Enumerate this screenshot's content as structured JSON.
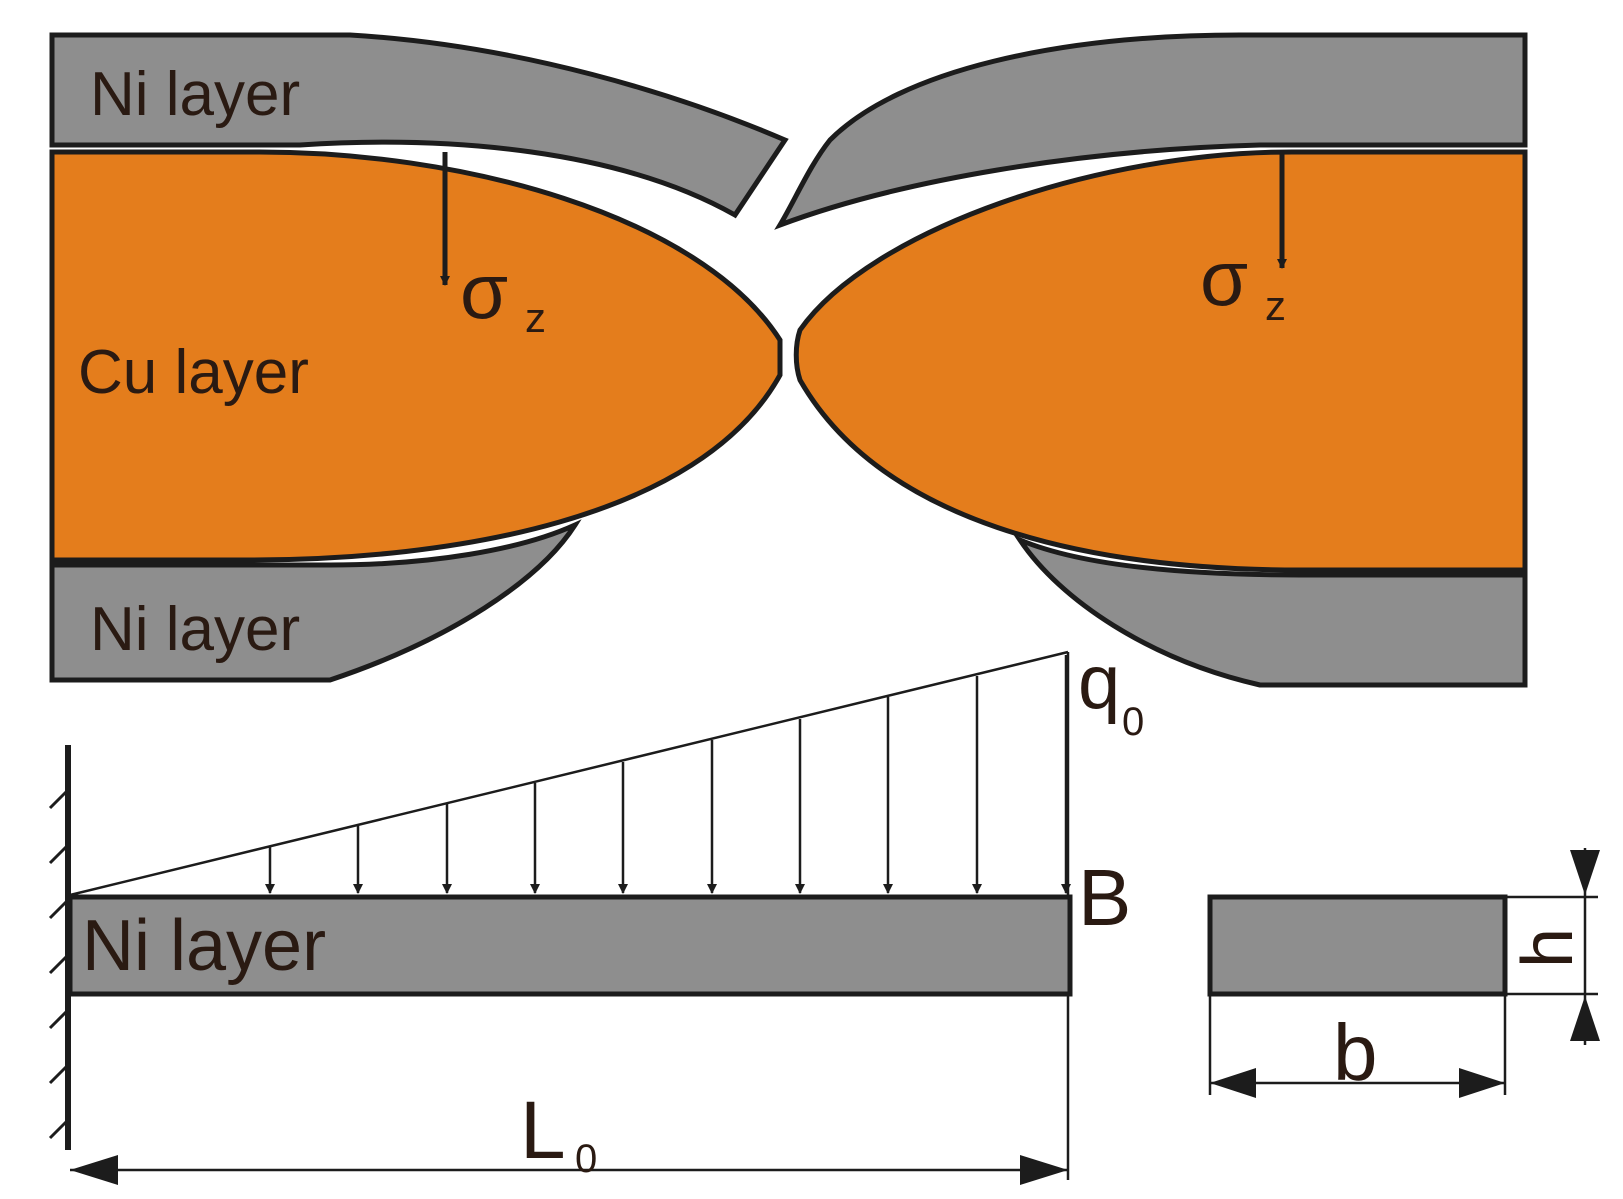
{
  "labels": {
    "ni_top": "Ni layer",
    "cu": "Cu layer",
    "ni_bottom": "Ni layer",
    "sigma_left": "σ",
    "sigma_left_sub": "z",
    "sigma_right": "σ",
    "sigma_right_sub": "z",
    "load": "q",
    "load_sub": "0",
    "beam_end": "B",
    "beam_layer": "Ni layer",
    "length": "L",
    "length_sub": "0",
    "width": "b",
    "height": "h"
  },
  "colors": {
    "ni_gray": "#8e8e8e",
    "cu_orange": "#e47d1c",
    "outline": "#1c1c1c",
    "background": "#ffffff"
  }
}
